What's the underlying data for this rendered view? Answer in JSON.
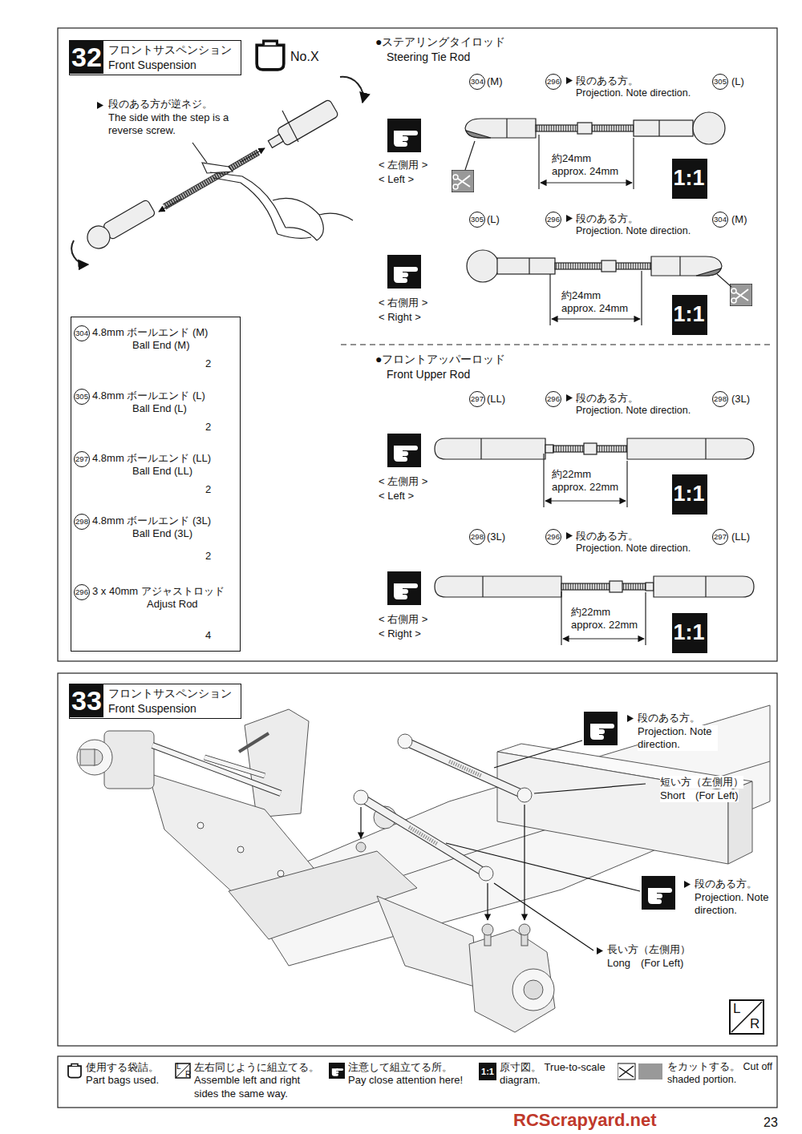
{
  "diagram": {
    "nodes": [
      {
        "text": [
          "32",
          "フロントサスペンション",
          "Front Suspension"
        ]
      },
      {
        "text": [
          "304",
          "4.8mm ボールエンド (M)",
          "Ball End (M)",
          "2",
          "305",
          "4.8mm ボールエンド (L)",
          "Ball End (L)",
          "2",
          "297",
          "4.8mm ボールエンド (LL)",
          "Ball End (LL)",
          "2",
          "298",
          "4.8mm ボールエンド (3L)",
          "Ball End (3L)",
          "2",
          "296",
          "3 x 40mm アジャストロッド",
          "Adjust Rod",
          "4"
        ]
      },
      {
        "text": [
          "1:1"
        ]
      },
      {
        "text": [
          "1:1"
        ]
      },
      {
        "text": [
          "1:1"
        ]
      },
      {
        "text": [
          "1:1"
        ]
      },
      {
        "text": [
          "33",
          "フロントサスペンション",
          "Front Suspension"
        ]
      }
    ],
    "labels": [
      "No.X",
      "段のある方が逆ネジ。",
      "The side with the step is a reverse screw.",
      "●ステアリングタイロッド",
      "Steering Tie Rod",
      "304",
      "(M)",
      "296",
      "段のある方。",
      "Projection. Note direction.",
      "305",
      "(L)",
      "< 左側用 >",
      "< Left >",
      "約24mm",
      "approx. 24mm",
      "305",
      "(L)",
      "296",
      "段のある方。",
      "Projection. Note direction.",
      "304",
      "(M)",
      "< 右側用 >",
      "< Right >",
      "約24mm",
      "approx. 24mm",
      "●フロントアッパーロッド",
      "Front Upper Rod",
      "297",
      "(LL)",
      "296",
      "段のある方。",
      "Projection. Note direction.",
      "298",
      "(3L)",
      "< 左側用 >",
      "< Left >",
      "約22mm",
      "approx. 22mm",
      "298",
      "(3L)",
      "296",
      "段のある方。",
      "Projection. Note direction.",
      "297",
      "(LL)",
      "< 右側用 >",
      "< Right >",
      "約22mm",
      "approx. 22mm",
      "段のある方。",
      "Projection. Note direction.",
      "短い方（左側用）",
      "Short　(For Left)",
      "段のある方。",
      "Projection. Note direction.",
      "長い方（左側用）",
      "Long　(For Left)",
      "L",
      "R",
      "L",
      "R",
      "1:1",
      "RCScrapyard.net",
      "23"
    ],
    "legend": [
      {
        "text": "使用する袋詰。 Part bags used."
      },
      {
        "text": "左右同じように組立てる。 Assemble left and right sides the same way."
      },
      {
        "text": "注意して組立てる所。 Pay close attention here!"
      },
      {
        "text": "原寸図。 True-to-scale diagram."
      },
      {
        "text": "をカットする。 Cut off shaded portion."
      }
    ]
  }
}
